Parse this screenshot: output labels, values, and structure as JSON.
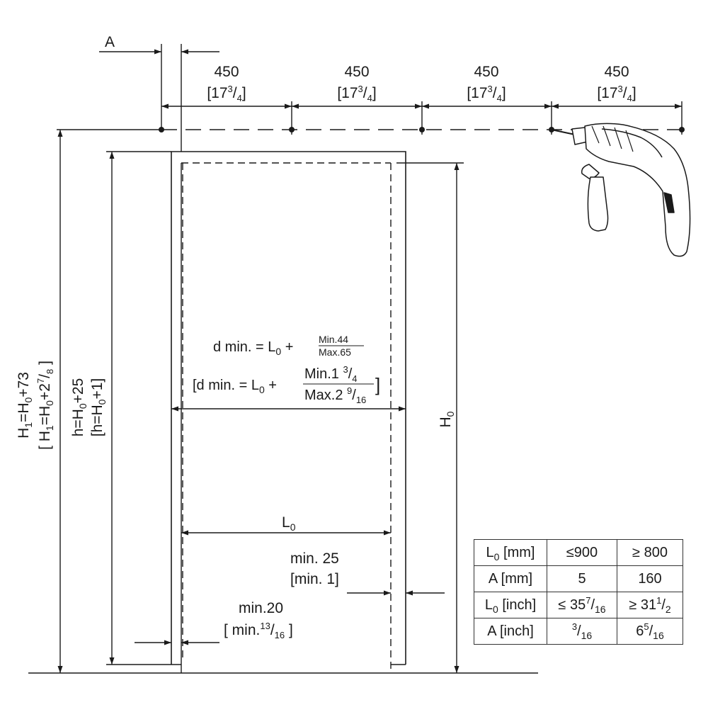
{
  "diagram": {
    "label_a": "A",
    "spacing": [
      {
        "mm": "450",
        "inch_whole": "17",
        "inch_num": "3",
        "inch_den": "4"
      },
      {
        "mm": "450",
        "inch_whole": "17",
        "inch_num": "3",
        "inch_den": "4"
      },
      {
        "mm": "450",
        "inch_whole": "17",
        "inch_num": "3",
        "inch_den": "4"
      },
      {
        "mm": "450",
        "inch_whole": "17",
        "inch_num": "3",
        "inch_den": "4"
      }
    ],
    "h1_mm": "H1=H0+73",
    "h1_inch": "[ H1=H0+2 7/8 ]",
    "h_mm": "h=H0+25",
    "h_inch": "[h=H0+1]",
    "h0": "H0",
    "d_min_mm": {
      "prefix": "d min. = L0 +",
      "num": "Min.44",
      "den": "Max.65"
    },
    "d_min_inch": {
      "prefix": "[d min. = L0 +",
      "num": "Min.1 3/4",
      "den": "Max.2 9/16",
      "suffix": "]"
    },
    "l0": "L0",
    "min25_mm": "min. 25",
    "min25_inch": "[min. 1]",
    "min20_mm": "min.20",
    "min20_inch": "[ min. 13/16 ]"
  },
  "table": {
    "rows": [
      {
        "header": "L0 [mm]",
        "col1": "≤900",
        "col2": "≥ 800"
      },
      {
        "header": "A [mm]",
        "col1": "5",
        "col2": "160"
      },
      {
        "header": "L0 [inch]",
        "col1": "≤ 35 7/16",
        "col2": "≥ 31 1/2"
      },
      {
        "header": "A [inch]",
        "col1": "3/16",
        "col2": "6 5/16"
      }
    ]
  }
}
